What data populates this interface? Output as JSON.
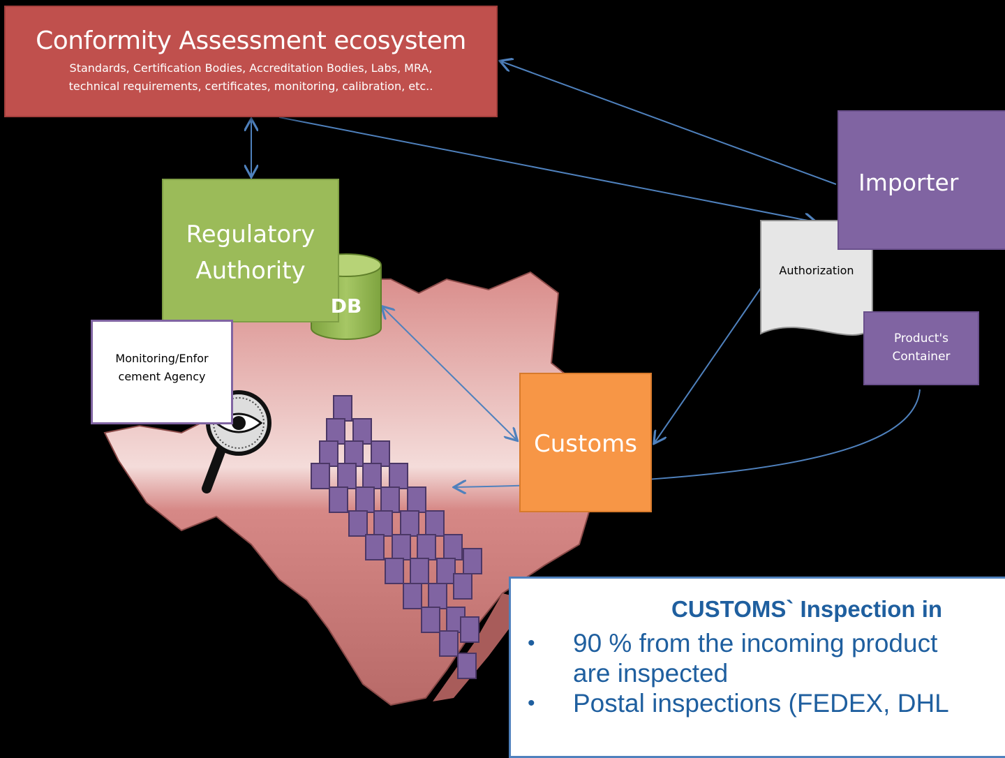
{
  "conformity": {
    "title": "Conformity Assessment ecosystem",
    "subtitle_line1": "Standards, Certification Bodies, Accreditation Bodies, Labs, MRA,",
    "subtitle_line2": "technical requirements, certificates, monitoring, calibration, etc.."
  },
  "regulatory": {
    "line1": "Regulatory",
    "line2": "Authority"
  },
  "db": {
    "label": "DB"
  },
  "importer": {
    "label": "Importer"
  },
  "authorization": {
    "label": "Authorization"
  },
  "product_container": {
    "line1": "Product's",
    "line2": "Container"
  },
  "customs": {
    "label": "Customs"
  },
  "monitoring": {
    "line1": "Monitoring/Enfor",
    "line2": "cement Agency"
  },
  "info": {
    "title": "CUSTOMS` Inspection in",
    "bullets": [
      {
        "line1": "90 % from the incoming product",
        "line2": "are inspected"
      },
      {
        "line1": "Postal inspections (FEDEX, DHL",
        "line2": ""
      }
    ]
  },
  "colors": {
    "conformity": "#c0504d",
    "regulatory": "#9bbb59",
    "importer": "#8064a2",
    "customs": "#f79646",
    "arrow": "#4f81bd",
    "map": "#c97b78"
  }
}
